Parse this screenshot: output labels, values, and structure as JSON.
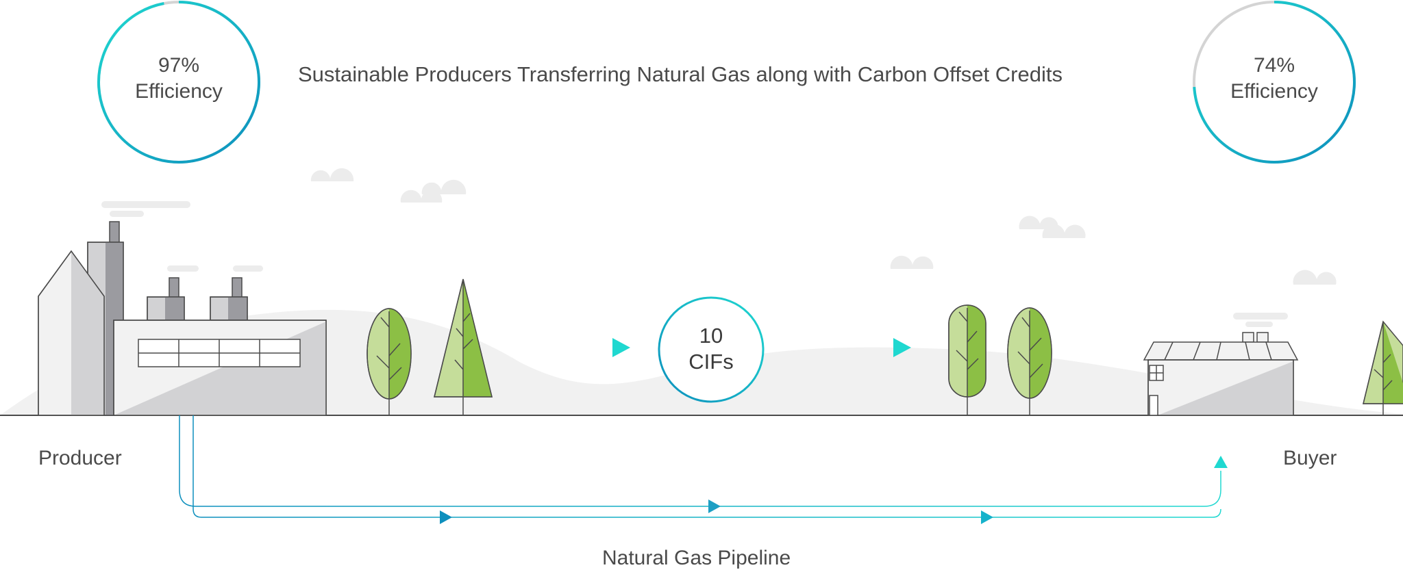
{
  "title": "Sustainable Producers Transferring Natural Gas along with Carbon Offset Credits",
  "producer": {
    "label": "Producer",
    "gauge": {
      "percent_text": "97%",
      "caption": "Efficiency",
      "fill_fraction": 0.97
    }
  },
  "buyer": {
    "label": "Buyer",
    "gauge": {
      "percent_text": "74%",
      "caption": "Efficiency",
      "fill_fraction": 0.74
    }
  },
  "credits": {
    "value": "10",
    "unit": "CIFs"
  },
  "pipeline": {
    "label": "Natural Gas Pipeline"
  },
  "colors": {
    "accent_start": "#0d8fbd",
    "accent_end": "#1fd8d0",
    "gauge_track": "#d4d4d4",
    "tree_light": "#c5dd9a",
    "tree_dark": "#8cbf45",
    "building_light": "#f2f2f2",
    "building_mid": "#d2d2d4",
    "building_dark": "#9b9ba0",
    "ground_hill": "#f1f1f1",
    "outline": "#4a4a4a"
  }
}
